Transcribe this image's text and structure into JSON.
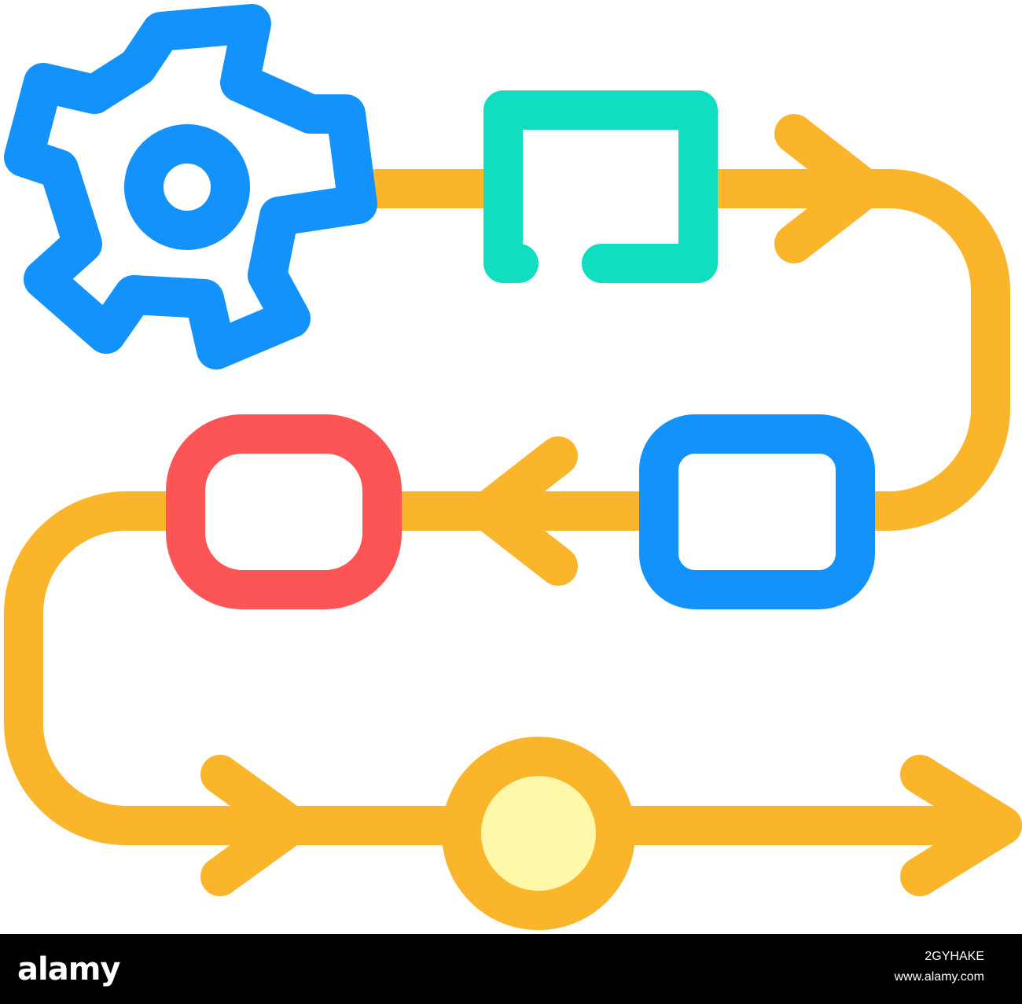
{
  "colors": {
    "path": "#fbb52b",
    "gear": "#1292fa",
    "green_box": "#11ddc0",
    "blue_box": "#1292fa",
    "red_box": "#fd5555",
    "circle_ring": "#fbb52b",
    "circle_fill": "#fff8a8",
    "footer_bg": "#000000"
  },
  "icons": [
    "gear-icon",
    "green-open-box",
    "blue-box",
    "red-rounded-box",
    "end-circle",
    "arrow-heads"
  ],
  "footer": {
    "brand": "alamy",
    "image_id": "2GYHAKE",
    "url": "www.alamy.com"
  }
}
